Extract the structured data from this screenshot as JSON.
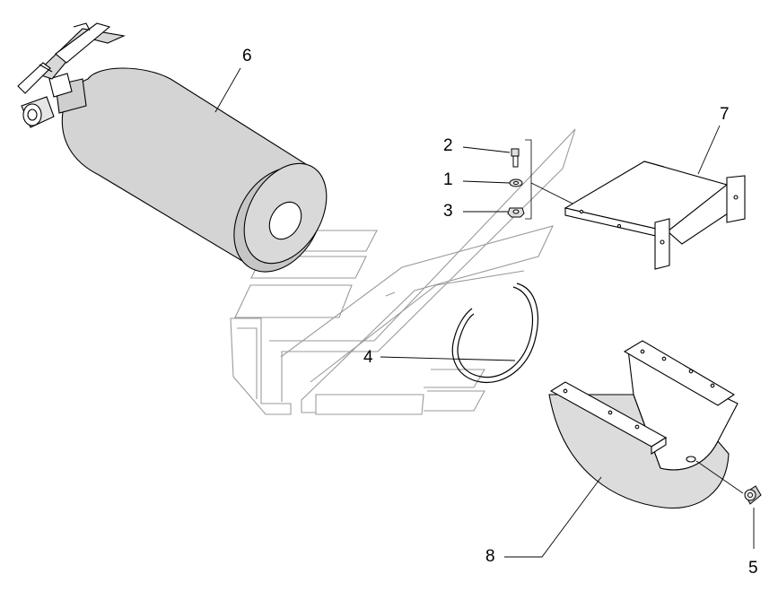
{
  "diagram": {
    "background": "#ffffff",
    "line_color": "#000000",
    "fill_light": "#d2d2d2",
    "fill_mid": "#bdbdbd",
    "watermark_color": "#9a9a9a",
    "callouts": [
      {
        "id": "c1",
        "label": "1",
        "part": "washer"
      },
      {
        "id": "c2",
        "label": "2",
        "part": "bolt"
      },
      {
        "id": "c3",
        "label": "3",
        "part": "nut"
      },
      {
        "id": "c4",
        "label": "4",
        "part": "rubber-strip"
      },
      {
        "id": "c5",
        "label": "5",
        "part": "grommet"
      },
      {
        "id": "c6",
        "label": "6",
        "part": "fire-extinguisher"
      },
      {
        "id": "c7",
        "label": "7",
        "part": "bracket"
      },
      {
        "id": "c8",
        "label": "8",
        "part": "cradle-holder"
      }
    ]
  }
}
